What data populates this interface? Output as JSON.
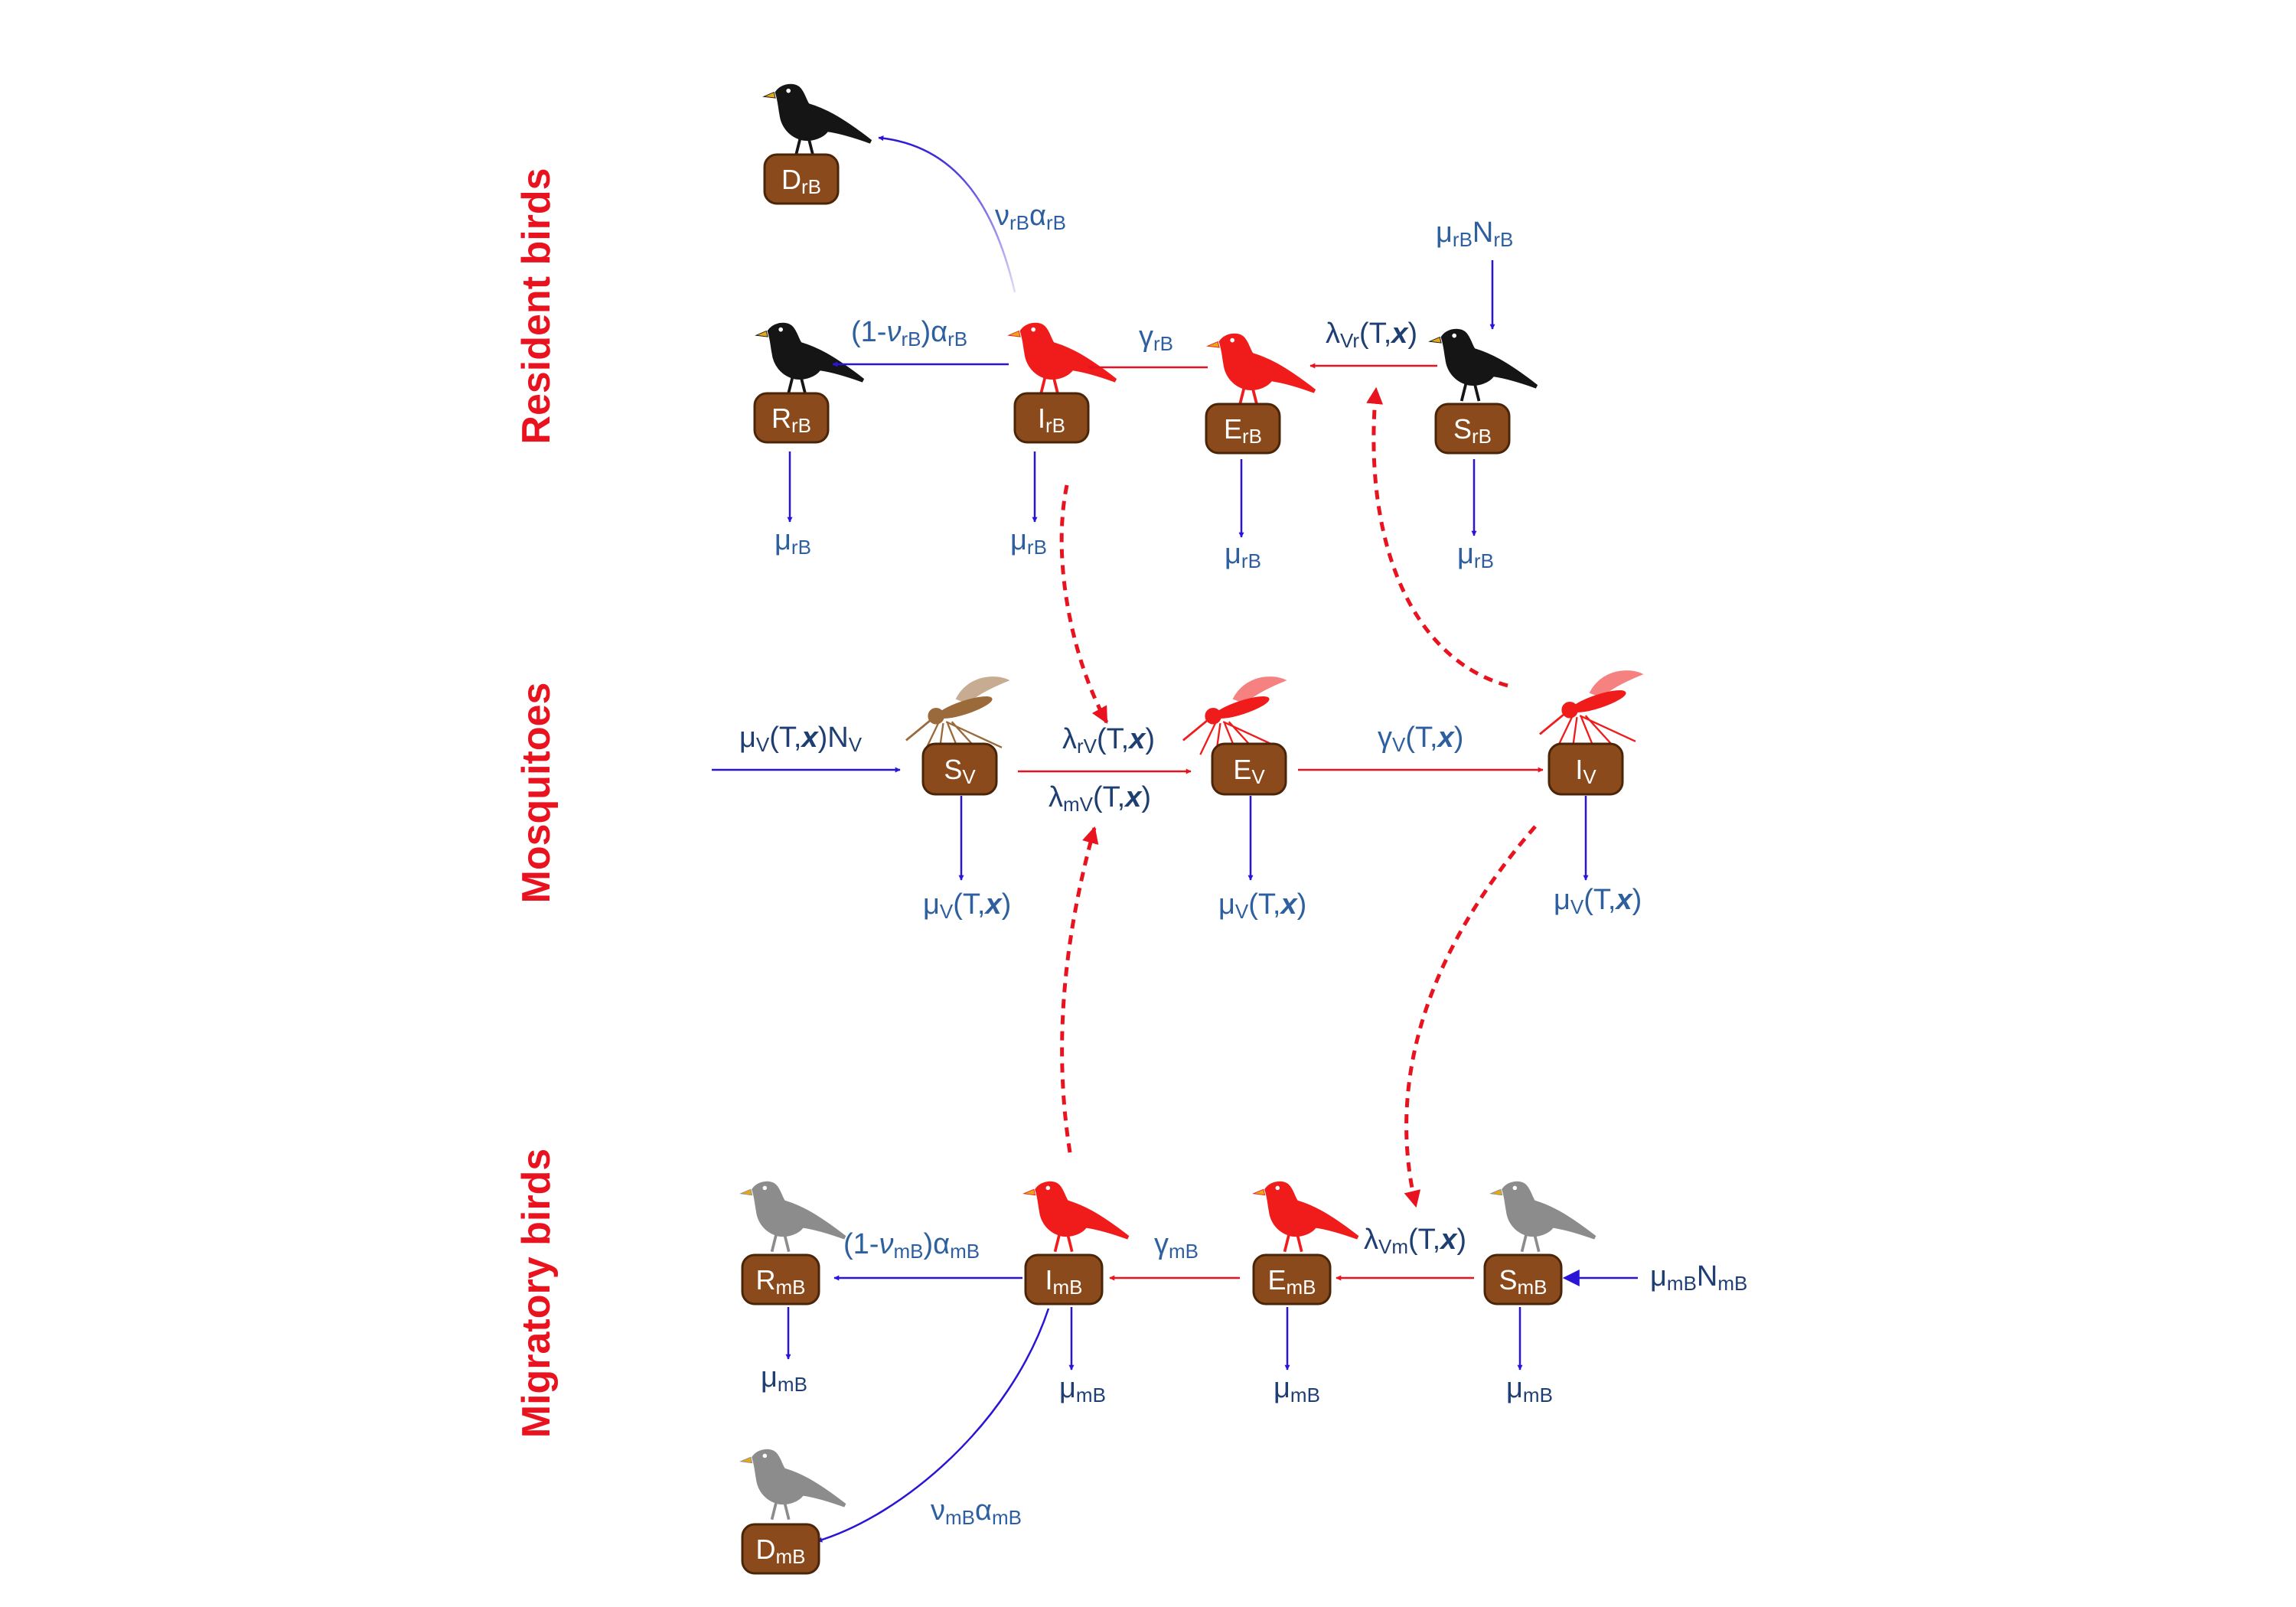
{
  "colors": {
    "box_fill": "#8b4a1b",
    "box_stroke": "#4a2508",
    "blue_arrow": "#2a14d6",
    "red_arrow": "#e8131f",
    "rate_text": "#2e5f9e",
    "group_label": "#e8131f",
    "bird_black": "#151515",
    "bird_red": "#f01c1c",
    "bird_grey": "#8c8c8c",
    "mosquito_brown": "#9a6a3a",
    "mosquito_red": "#f01c1c"
  },
  "groups": {
    "resident": "Resident birds",
    "mosquitoes": "Mosquitoes",
    "migratory": "Migratory birds"
  },
  "compartments": {
    "D_rB": {
      "base": "D",
      "sub": "rB"
    },
    "R_rB": {
      "base": "R",
      "sub": "rB"
    },
    "I_rB": {
      "base": "I",
      "sub": "rB"
    },
    "E_rB": {
      "base": "E",
      "sub": "rB"
    },
    "S_rB": {
      "base": "S",
      "sub": "rB"
    },
    "S_V": {
      "base": "S",
      "sub": "V"
    },
    "E_V": {
      "base": "E",
      "sub": "V"
    },
    "I_V": {
      "base": "I",
      "sub": "V"
    },
    "R_mB": {
      "base": "R",
      "sub": "mB"
    },
    "I_mB": {
      "base": "I",
      "sub": "mB"
    },
    "E_mB": {
      "base": "E",
      "sub": "mB"
    },
    "S_mB": {
      "base": "S",
      "sub": "mB"
    },
    "D_mB": {
      "base": "D",
      "sub": "mB"
    }
  },
  "rates": {
    "nu_alpha_rB": {
      "a": "ν",
      "a_sub": "rB",
      "b": "α",
      "b_sub": "rB"
    },
    "recovery_rB": {
      "pre": "(1-",
      "nu": "ν",
      "nu_sub": "rB",
      "post": ")α",
      "post_sub": "rB"
    },
    "gamma_rB": {
      "base": "γ",
      "sub": "rB"
    },
    "lambda_Vr": {
      "base": "λ",
      "sub": "Vr",
      "pre": "(T,",
      "x": "x",
      "post": ")"
    },
    "birth_rB": {
      "a": "μ",
      "a_sub": "rB",
      "b": "N",
      "b_sub": "rB"
    },
    "mu_rB": {
      "base": "μ",
      "sub": "rB"
    },
    "birth_V": {
      "a": "μ",
      "a_sub": "V",
      "pre": "(T,",
      "x": "x",
      "post": ")N",
      "post_sub": "V"
    },
    "lambda_rV": {
      "base": "λ",
      "sub": "rV",
      "pre": "(T,",
      "x": "x",
      "post": ")"
    },
    "lambda_mV": {
      "base": "λ",
      "sub": "mV",
      "pre": "(T,",
      "x": "x",
      "post": ")"
    },
    "gamma_V": {
      "base": "γ",
      "sub": "V",
      "pre": "(T,",
      "x": "x",
      "post": ")"
    },
    "mu_V": {
      "base": "μ",
      "sub": "V",
      "pre": "(T,",
      "x": "x",
      "post": ")"
    },
    "recovery_mB": {
      "pre": "(1-",
      "nu": "ν",
      "nu_sub": "mB",
      "post": ")α",
      "post_sub": "mB"
    },
    "gamma_mB": {
      "base": "γ",
      "sub": "mB"
    },
    "lambda_Vm": {
      "base": "λ",
      "sub": "Vm",
      "pre": "(T,",
      "x": "x",
      "post": ")"
    },
    "birth_mB": {
      "a": "μ",
      "a_sub": "mB",
      "b": "N",
      "b_sub": "mB"
    },
    "mu_mB": {
      "base": "μ",
      "sub": "mB"
    },
    "nu_alpha_mB": {
      "a": "ν",
      "a_sub": "mB",
      "b": "α",
      "b_sub": "mB"
    }
  }
}
